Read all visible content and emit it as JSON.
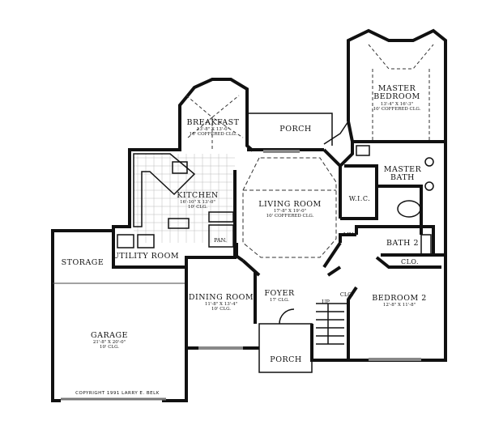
{
  "rooms": {
    "breakfast": {
      "name": "BREAKFAST",
      "size": "13'-8\" X 13'-0\"",
      "ceiling": "10' COFFERED CLG."
    },
    "porch_rear": {
      "name": "PORCH"
    },
    "master_bedroom": {
      "name1": "MASTER",
      "name2": "BEDROOM",
      "size": "13'-4\" X 16'-3\"",
      "ceiling": "10' COFFERED CLG."
    },
    "master_bath": {
      "name1": "MASTER",
      "name2": "BATH"
    },
    "kitchen": {
      "name": "KITCHEN",
      "size": "16'-10\" X 13'-0\"",
      "ceiling": "10' CLG."
    },
    "living_room": {
      "name": "LIVING ROOM",
      "size": "17'-8\" X 19'-0\"",
      "ceiling": "10' COFFERED CLG."
    },
    "wic": {
      "name": "W.I.C."
    },
    "lin": {
      "name": "LIN."
    },
    "bath2": {
      "name": "BATH 2"
    },
    "clo_bed2": {
      "name": "CLO."
    },
    "storage": {
      "name": "STORAGE"
    },
    "utility": {
      "name": "UTILITY ROOM"
    },
    "pantry": {
      "name": "PAN."
    },
    "dining_room": {
      "name": "DINING ROOM",
      "size": "11'-8\" X 13'-4\"",
      "ceiling": "10' CLG."
    },
    "foyer": {
      "name": "FOYER",
      "ceiling": "17' CLG."
    },
    "clo_foyer": {
      "name": "CLO."
    },
    "stairs": {
      "name": "UP"
    },
    "bedroom2": {
      "name": "BEDROOM 2",
      "size": "12'-8\" X 11'-8\""
    },
    "garage": {
      "name": "GARAGE",
      "size": "21'-8\" X 20'-0\"",
      "ceiling": "10' CLG."
    },
    "porch_front": {
      "name": "PORCH"
    }
  },
  "copyright": "COPYRIGHT 1991 LARRY E. BELK"
}
